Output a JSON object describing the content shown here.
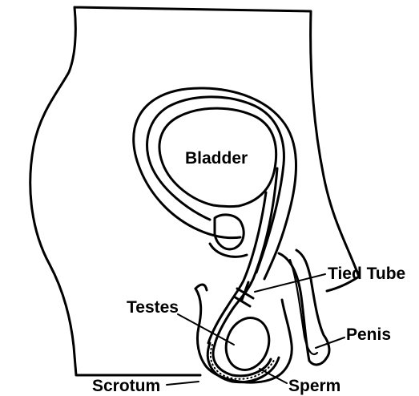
{
  "labels": {
    "bladder": "Bladder",
    "tied_tube": "Tied Tube",
    "testes": "Testes",
    "penis": "Penis",
    "scrotum": "Scrotum",
    "sperm": "Sperm"
  }
}
